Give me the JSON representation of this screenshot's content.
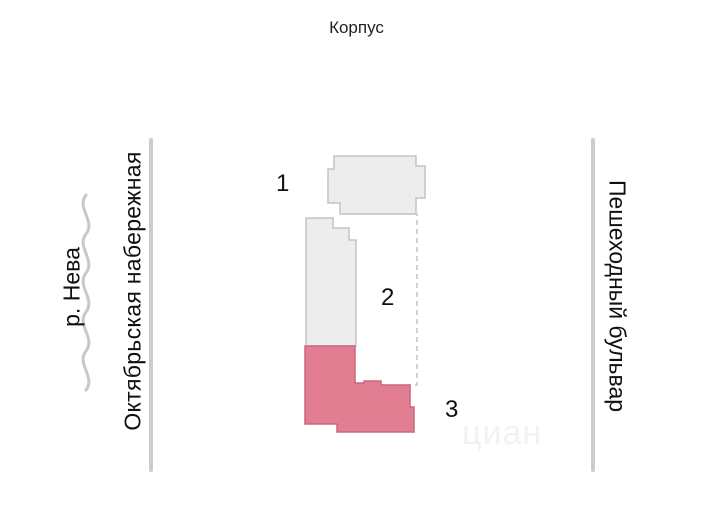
{
  "title": "Корпус",
  "labels": {
    "river": "р. Нева",
    "embankment": "Октябрьская набережная",
    "boulevard": "Пешеходный бульвар"
  },
  "buildings": [
    {
      "number": "1",
      "state": "inactive"
    },
    {
      "number": "2",
      "state": "inactive"
    },
    {
      "number": "3",
      "state": "selected"
    }
  ],
  "watermark": "циан",
  "colors": {
    "inactive_fill": "#ededed",
    "inactive_stroke": "#c4c4c4",
    "selected_fill": "#e17e92",
    "selected_stroke": "#c9687d",
    "divider": "#cccccc",
    "river_wave": "#c8c8c8"
  }
}
